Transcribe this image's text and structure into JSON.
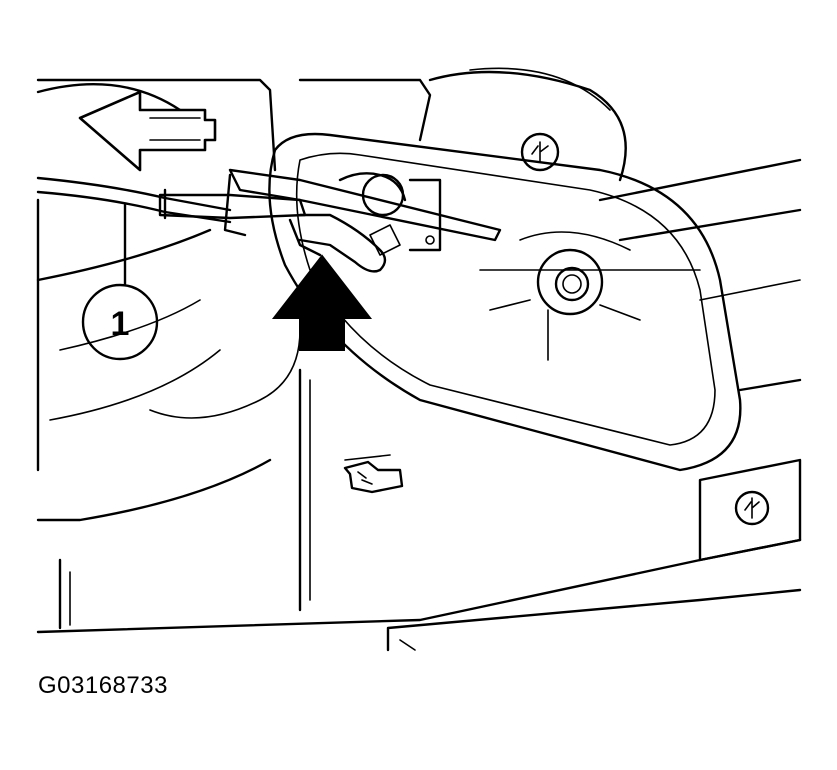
{
  "diagram": {
    "callouts": [
      {
        "id": "1",
        "label": "1"
      }
    ],
    "figure_id": "G03168733",
    "icons": [
      "direction-arrow-left-icon",
      "pointer-arrow-up-icon",
      "screw-icon"
    ]
  }
}
